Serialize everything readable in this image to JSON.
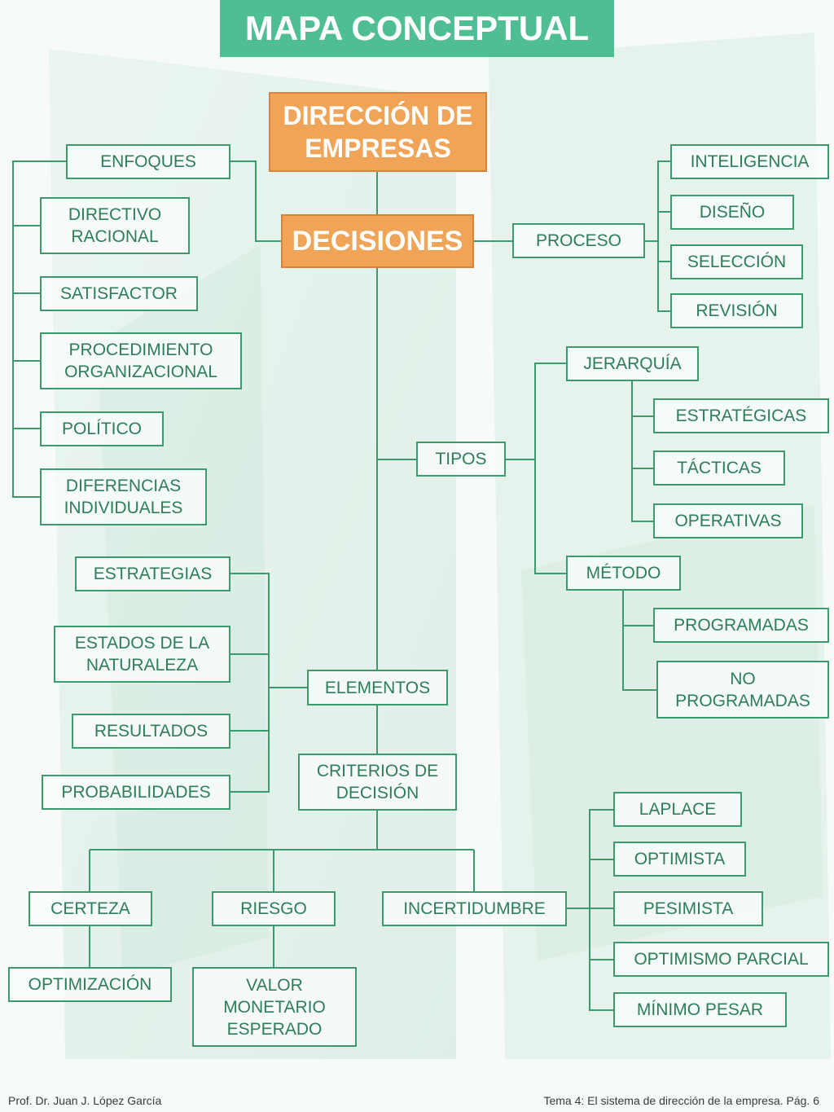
{
  "title": "MAPA CONCEPTUAL",
  "root": "DIRECCIÓN DE\nEMPRESAS",
  "decisiones": "DECISIONES",
  "enfoques": {
    "label": "ENFOQUES",
    "items": [
      "DIRECTIVO\nRACIONAL",
      "SATISFACTOR",
      "PROCEDIMIENTO\nORGANIZACIONAL",
      "POLÍTICO",
      "DIFERENCIAS\nINDIVIDUALES"
    ]
  },
  "proceso": {
    "label": "PROCESO",
    "items": [
      "INTELIGENCIA",
      "DISEÑO",
      "SELECCIÓN",
      "REVISIÓN"
    ]
  },
  "tipos": {
    "label": "TIPOS",
    "jerarquia": {
      "label": "JERARQUÍA",
      "items": [
        "ESTRATÉGICAS",
        "TÁCTICAS",
        "OPERATIVAS"
      ]
    },
    "metodo": {
      "label": "MÉTODO",
      "items": [
        "PROGRAMADAS",
        "NO\nPROGRAMADAS"
      ]
    }
  },
  "elementos": {
    "label": "ELEMENTOS",
    "items": [
      "ESTRATEGIAS",
      "ESTADOS DE LA\nNATURALEZA",
      "RESULTADOS",
      "PROBABILIDADES"
    ]
  },
  "criterios": {
    "label": "CRITERIOS DE\nDECISIÓN",
    "certeza": "CERTEZA",
    "optimizacion": "OPTIMIZACIÓN",
    "riesgo": "RIESGO",
    "valor": "VALOR\nMONETARIO\nESPERADO",
    "incertidumbre": "INCERTIDUMBRE",
    "inc_items": [
      "LAPLACE",
      "OPTIMISTA",
      "PESIMISTA",
      "OPTIMISMO PARCIAL",
      "MÍNIMO PESAR"
    ]
  },
  "footer": {
    "left": "Prof.  Dr. Juan J. López García",
    "right": "Tema 4: El sistema de dirección de la empresa. Pág. 6"
  },
  "colors": {
    "title_bg": "#4fbf93",
    "node_border": "#3d9a6e",
    "node_text": "#2e7d5a",
    "main_bg": "#f0a458"
  }
}
